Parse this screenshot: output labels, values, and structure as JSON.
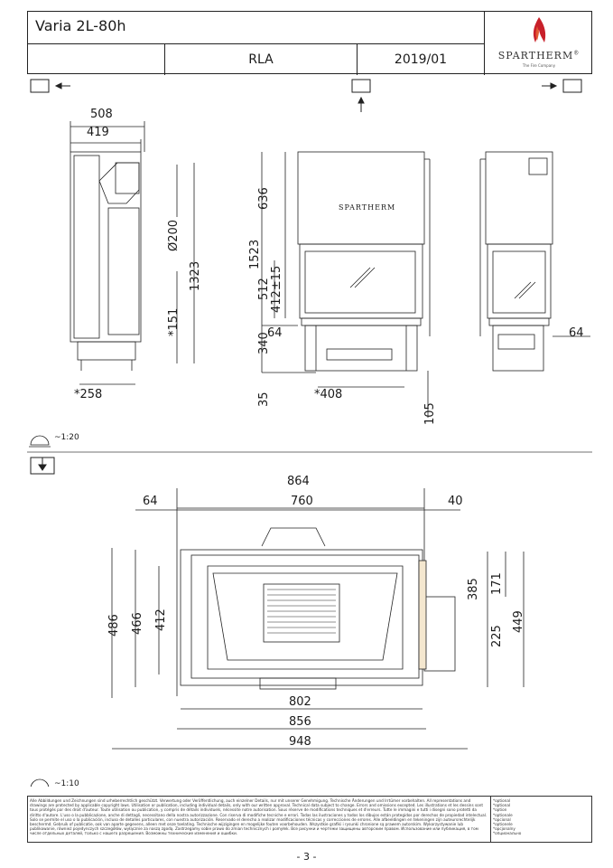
{
  "header": {
    "model": "Varia 2L-80h",
    "variant": "RLA",
    "date": "2019/01",
    "brand": "SPARTHERM",
    "brand_mark": "®",
    "tagline": "The Fire Company"
  },
  "top_view": {
    "scale": "~1:20",
    "side_dims": {
      "d508": "508",
      "d419": "419",
      "d200": "Ø200",
      "d1323": "1323",
      "d151": "*151",
      "d258": "*258"
    },
    "front_dims": {
      "d1523": "1523",
      "d636": "636",
      "d512": "512",
      "d412": "412±15",
      "d340": "340",
      "d64": "64",
      "d35": "35",
      "d408": "*408",
      "d105": "105"
    },
    "right_dims": {
      "d64": "64"
    },
    "front_logo": "SPARTHERM"
  },
  "plan_view": {
    "scale": "~1:10",
    "dims": {
      "d864": "864",
      "d64": "64",
      "d760": "760",
      "d40": "40",
      "d486": "486",
      "d466": "466",
      "d412": "412",
      "d385": "385",
      "d171": "171",
      "d225": "225",
      "d449": "449",
      "d802": "802",
      "d856": "856",
      "d948": "948"
    }
  },
  "footer": {
    "disclaimer": "Alle Abbildungen und Zeichnungen sind urheberrechtlich geschützt. Verwertung oder Veröffentlichung, auch einzelner Details, nur mit unserer Genehmigung. Technische Änderungen und Irrtümer vorbehalten. All representations and drawings are protected by applicable copyright laws. Utilisation or publication, including individual details, only with our written approval. Technical data subject to change. Errors and omissions excepted. Les illustrations et les dessins sont tous protégés par des droit d'auteur. Toute utilisation ou publication, y compris de détails individuels, nécessite notre autorisation. Sous réserve de modifications techniques et d'erreurs. Tutte le immagini e tutti i disegni sono protetti da diritto d'autore. L'uso o la pubblicazione, anche di dettagli, necessitano della nostra autorizzazione. Con riserva di modifiche tecniche e errori. Todas las ilustraciones y todos los dibujos están protegidos por derechos de propiedad intelectual. Solo se permite el uso o la publicación, incluso de detalles particulares, con nuestra autorización. Reservado el derecho a realizar modificaciones técnicas y correcciones de errores. Alle afbeeldingen en tekeningen zijn auteursrechtelijk beschermd. Gebruik of publicatie, ook van aparte gegevens, alleen met onze toelating. Technische wijzigingen en mogelijke fouten voorbehouden. Wszystkie grafiki i rysunki chronione są prawem autorskim. Wykorzystywanie lub publikowanie, również pojedynczych szczegółów, wyłącznie za naszą zgodą. Zastrzegamy sobie prawo do zmian technicznych i pomyłek. Все рисунки и чертежи защищены авторским правом. Использование или публикация, в том числе отдельных деталей, только с нашего разрешения. Возможны технические изменения и ошибки.",
    "optional_notes": [
      "*optional",
      "*optional",
      "*option",
      "*optionale",
      "*opcional",
      "*optionele",
      "*opcjonalny",
      "*опционально"
    ],
    "page_number": "- 3 -"
  }
}
